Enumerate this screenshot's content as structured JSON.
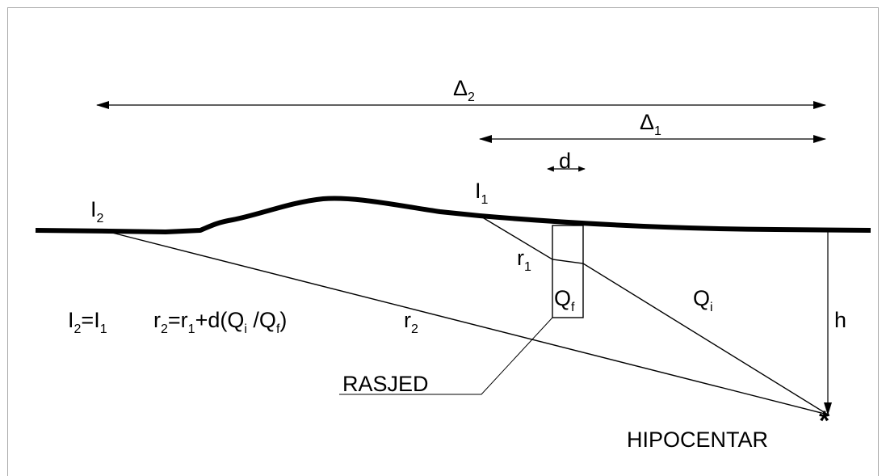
{
  "labels": {
    "delta2": {
      "main": "Δ",
      "sub": "2"
    },
    "delta1": {
      "main": "Δ",
      "sub": "1"
    },
    "d": "d",
    "I1": {
      "main": "I",
      "sub": "1"
    },
    "I2": {
      "main": "I",
      "sub": "2"
    },
    "r1": {
      "main": "r",
      "sub": "1"
    },
    "r2": {
      "main": "r",
      "sub": "2"
    },
    "Qf": {
      "main": "Q",
      "sub": "f"
    },
    "Qi": {
      "main": "Q",
      "sub": "i"
    },
    "h": "h",
    "rasjed": "RASJED",
    "hipocentar": "HIPOCENTAR",
    "formula_intensity": {
      "a": "I",
      "a_sub": "2",
      "eq": "=I",
      "b_sub": "1"
    },
    "formula_distance": {
      "p1": "r",
      "p1_sub": "2",
      "p2": "=r",
      "p2_sub": "1",
      "p3": "+d(Q",
      "p3_sub": "i",
      "p4": " /Q",
      "p4_sub": "f",
      "p5": ")"
    }
  },
  "colors": {
    "ink": "#000000",
    "background": "#ffffff"
  }
}
